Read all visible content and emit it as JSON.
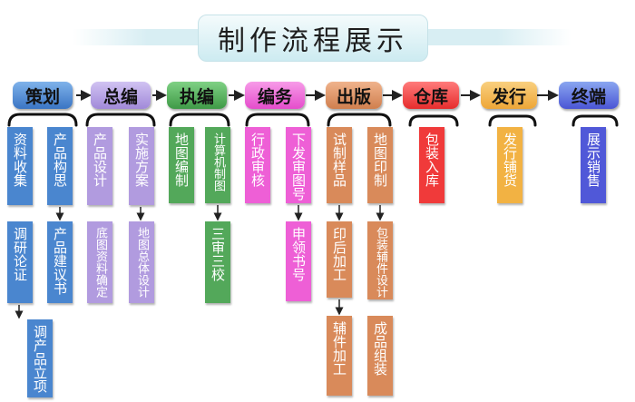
{
  "title": "制作流程展示",
  "stages": [
    {
      "label": "策划",
      "color": "#4a86cf",
      "tasks": [
        "资料收集",
        "产品构思",
        "调研论证",
        "产品建议书",
        "调产品立项"
      ]
    },
    {
      "label": "总编",
      "color": "#b19bdf",
      "tasks": [
        "产品设计",
        "实施方案",
        "底图资料确定",
        "地图总体设计"
      ]
    },
    {
      "label": "执编",
      "color": "#53a85a",
      "tasks": [
        "地图编制",
        "计算机制图",
        "三审三校"
      ]
    },
    {
      "label": "编务",
      "color": "#ee5fd6",
      "tasks": [
        "行政审核",
        "下发审图号",
        "申领书号"
      ]
    },
    {
      "label": "出版",
      "color": "#d98a5a",
      "tasks": [
        "试制样品",
        "地图印制",
        "印后加工",
        "包装辅件设计",
        "辅件加工",
        "成品组装"
      ]
    },
    {
      "label": "仓库",
      "color": "#f03a3a",
      "tasks": [
        "包装入库"
      ]
    },
    {
      "label": "发行",
      "color": "#f2b243",
      "tasks": [
        "发行铺货"
      ]
    },
    {
      "label": "终端",
      "color": "#5058d8",
      "tasks": [
        "展示销售"
      ]
    }
  ]
}
